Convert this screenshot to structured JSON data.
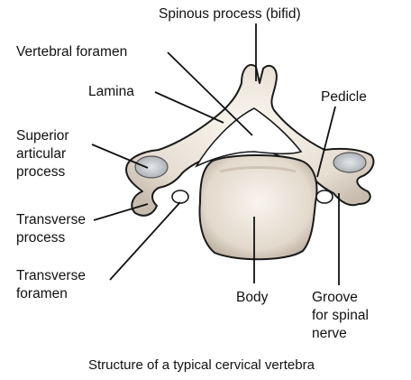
{
  "labels": {
    "spinous": "Spinous process (bifid)",
    "vertebral_foramen": "Vertebral foramen",
    "lamina": "Lamina",
    "pedicle": "Pedicle",
    "superior_articular": [
      "Superior",
      "articular",
      "process"
    ],
    "transverse_process": [
      "Transverse",
      "process"
    ],
    "transverse_foramen": [
      "Transverse",
      "foramen"
    ],
    "body": "Body",
    "groove": [
      "Groove",
      "for spinal",
      "nerve"
    ]
  },
  "caption": "Structure of a typical cervical vertebra",
  "colors": {
    "bone_light": "#f2ece4",
    "bone_dark": "#b8aea2",
    "outline": "#1a1a1a",
    "articular_facet": "#bfc3c8",
    "leader": "#111111"
  }
}
